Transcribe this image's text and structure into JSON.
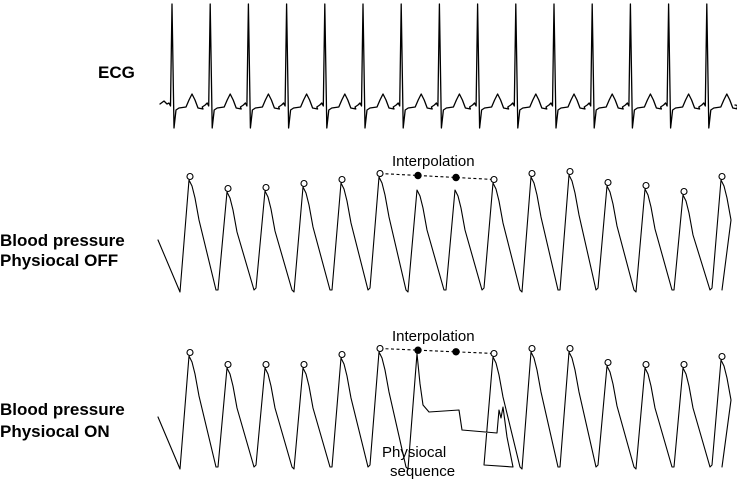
{
  "labels": {
    "ecg": "ECG",
    "bp_off_line1": "Blood pressure",
    "bp_off_line2": "Physiocal OFF",
    "bp_on_line1": "Blood pressure",
    "bp_on_line2": "Physiocal ON",
    "interpolation": "Interpolation",
    "physiocal_line1": "Physiocal",
    "physiocal_line2": "sequence"
  },
  "signals": {
    "beat_count": 15,
    "interpolated_beats": [
      6,
      7
    ]
  }
}
